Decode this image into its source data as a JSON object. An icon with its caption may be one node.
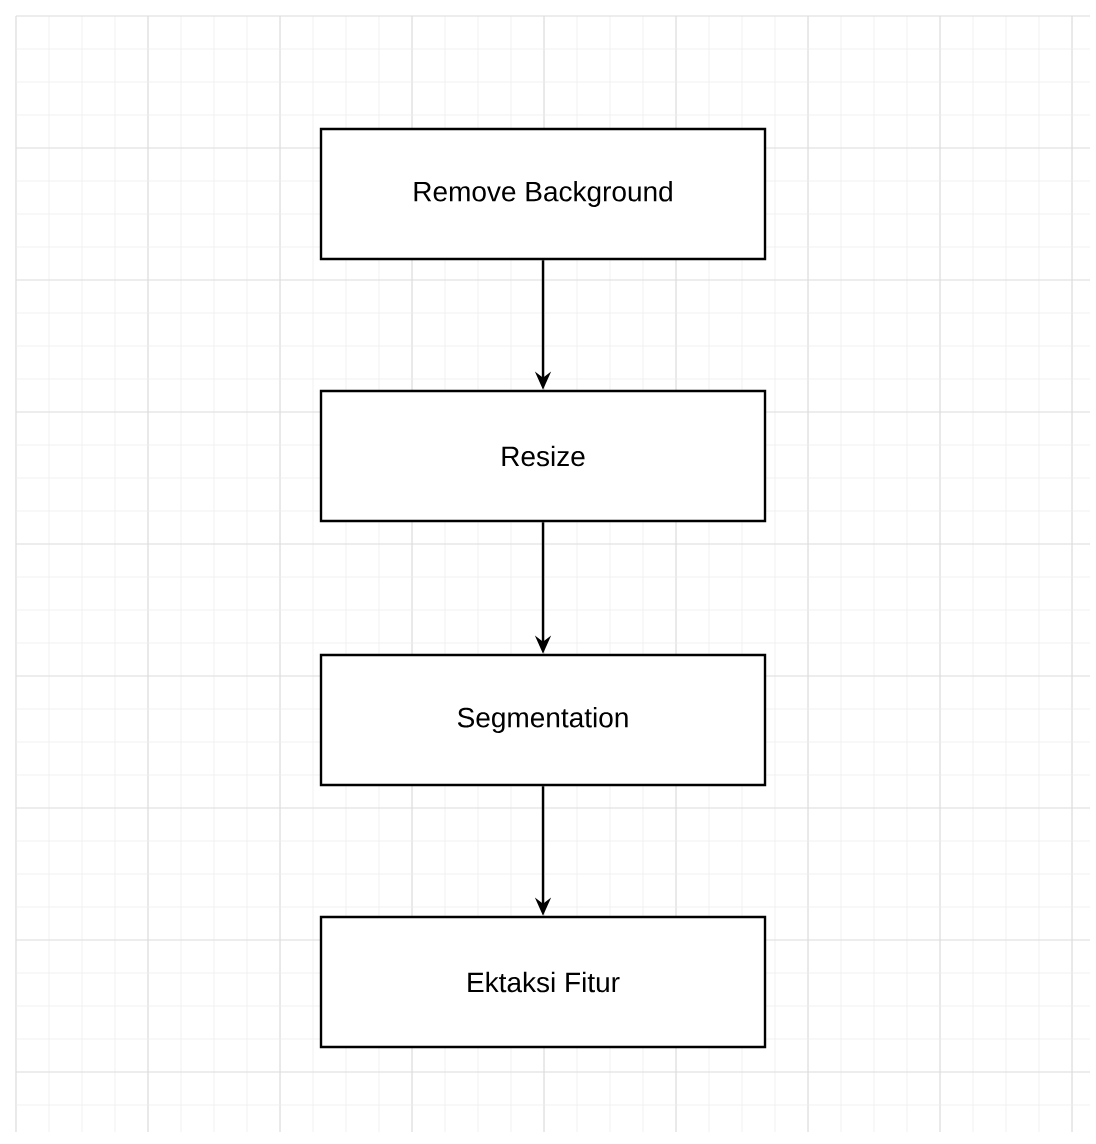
{
  "diagram": {
    "nodes": [
      {
        "text": [
          "Remove Background"
        ]
      },
      {
        "text": [
          "Resize"
        ]
      },
      {
        "text": [
          "Segmentation"
        ]
      },
      {
        "text": [
          "Ektaksi Fitur"
        ]
      }
    ],
    "edges": [
      {
        "from": 0,
        "to": 1,
        "arrow": "to"
      },
      {
        "from": 1,
        "to": 2,
        "arrow": "to"
      },
      {
        "from": 2,
        "to": 3,
        "arrow": "to"
      }
    ]
  }
}
